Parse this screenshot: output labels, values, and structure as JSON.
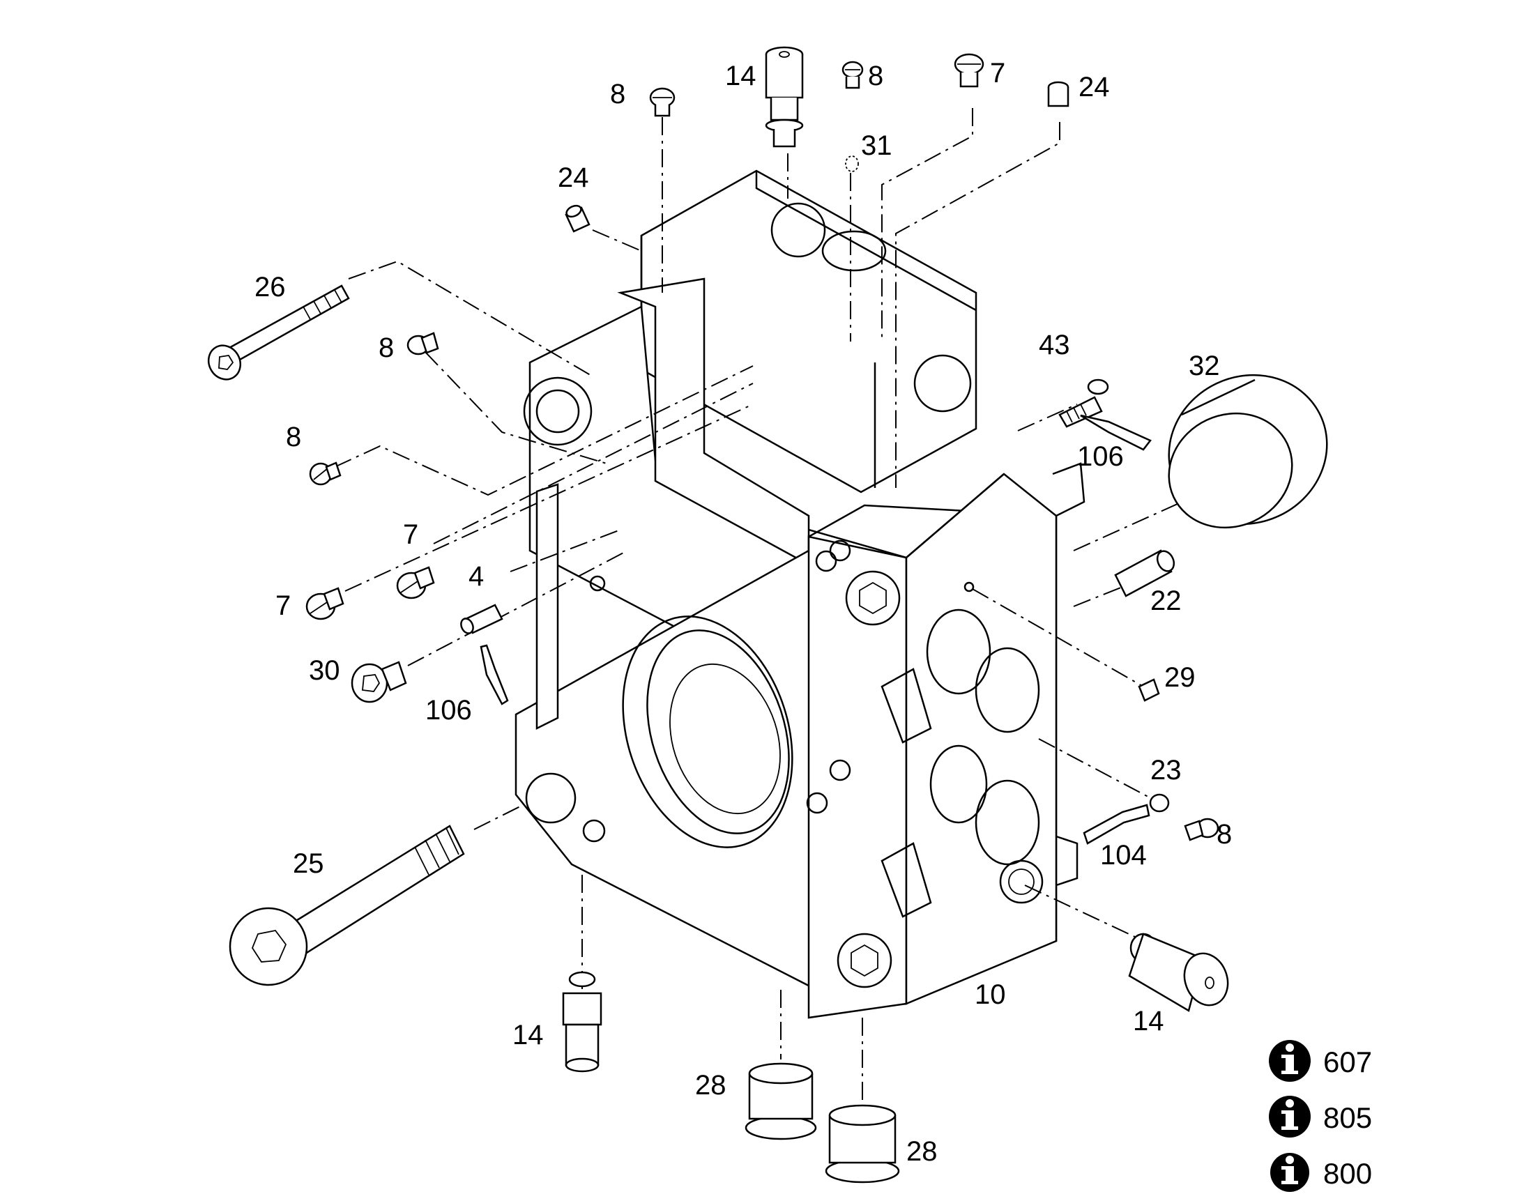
{
  "callouts": [
    {
      "id": "c14-top",
      "label": "14"
    },
    {
      "id": "c8-top-left",
      "label": "8"
    },
    {
      "id": "c8-top-mid",
      "label": "8"
    },
    {
      "id": "c31",
      "label": "31"
    },
    {
      "id": "c7-top",
      "label": "7"
    },
    {
      "id": "c24-top-right",
      "label": "24"
    },
    {
      "id": "c24-left",
      "label": "24"
    },
    {
      "id": "c26",
      "label": "26"
    },
    {
      "id": "c8-left-upper",
      "label": "8"
    },
    {
      "id": "c8-left-lower",
      "label": "8"
    },
    {
      "id": "c7-left-upper",
      "label": "7"
    },
    {
      "id": "c7-left-lower",
      "label": "7"
    },
    {
      "id": "c4",
      "label": "4"
    },
    {
      "id": "c30",
      "label": "30"
    },
    {
      "id": "c106-left",
      "label": "106"
    },
    {
      "id": "c43",
      "label": "43"
    },
    {
      "id": "c106-right",
      "label": "106"
    },
    {
      "id": "c32",
      "label": "32"
    },
    {
      "id": "c22",
      "label": "22"
    },
    {
      "id": "c29",
      "label": "29"
    },
    {
      "id": "c23",
      "label": "23"
    },
    {
      "id": "c8-right",
      "label": "8"
    },
    {
      "id": "c104",
      "label": "104"
    },
    {
      "id": "c25",
      "label": "25"
    },
    {
      "id": "c10",
      "label": "10"
    },
    {
      "id": "c14-right",
      "label": "14"
    },
    {
      "id": "c14-bottom",
      "label": "14"
    },
    {
      "id": "c28-left",
      "label": "28"
    },
    {
      "id": "c28-right",
      "label": "28"
    }
  ],
  "info_refs": [
    {
      "icon": "info-icon",
      "number": "607"
    },
    {
      "icon": "info-icon",
      "number": "805"
    },
    {
      "icon": "info-icon",
      "number": "800"
    }
  ]
}
